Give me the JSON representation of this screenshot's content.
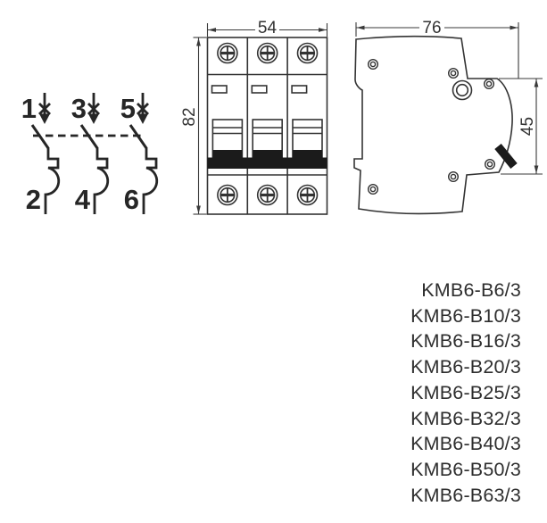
{
  "colors": {
    "background": "#ffffff",
    "line": "#333333",
    "schematic_line": "#262626",
    "dark_fill": "#1b1b1b",
    "text": "#2e2e2e"
  },
  "schematic": {
    "top_terminal_numbers": [
      "1",
      "3",
      "5"
    ],
    "bottom_terminal_numbers": [
      "2",
      "4",
      "6"
    ]
  },
  "front_view": {
    "width_mm": "54",
    "height_mm": "82"
  },
  "side_view": {
    "depth_mm": "76",
    "handle_height_mm": "45"
  },
  "models": {
    "items": [
      "KMB6-B6/3",
      "KMB6-B10/3",
      "KMB6-B16/3",
      "KMB6-B20/3",
      "KMB6-B25/3",
      "KMB6-B32/3",
      "KMB6-B40/3",
      "KMB6-B50/3",
      "KMB6-B63/3"
    ]
  }
}
